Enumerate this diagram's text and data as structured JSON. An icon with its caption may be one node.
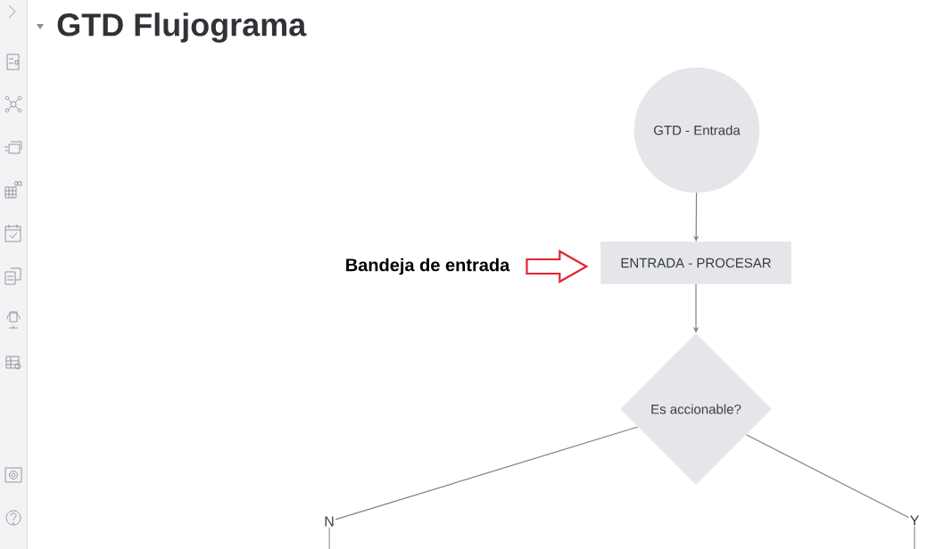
{
  "diagram": {
    "title": "GTD Flujograma",
    "nodes": [
      {
        "text": [
          "GTD - Entrada"
        ]
      },
      {
        "text": [
          "ENTRADA - PROCESAR"
        ]
      },
      {
        "text": [
          "Es accionable?"
        ]
      },
      {
        "text": [
          "Bandeja de entrada"
        ]
      },
      {
        "text": [
          "N"
        ]
      },
      {
        "text": [
          "Y"
        ]
      }
    ],
    "edges": [
      {
        "from": 0,
        "to": 1,
        "arrow": "to"
      },
      {
        "from": 1,
        "to": 2,
        "arrow": "to"
      },
      {
        "from": 3,
        "to": 1,
        "arrow": "to",
        "style": "thick",
        "color": "#e0262e"
      },
      {
        "from": 2,
        "to": 4,
        "arrow": "none"
      },
      {
        "from": 2,
        "to": 5,
        "arrow": "none"
      },
      {
        "from": 4,
        "to": null,
        "arrow": "none"
      },
      {
        "from": 5,
        "to": null,
        "arrow": "none"
      }
    ]
  }
}
